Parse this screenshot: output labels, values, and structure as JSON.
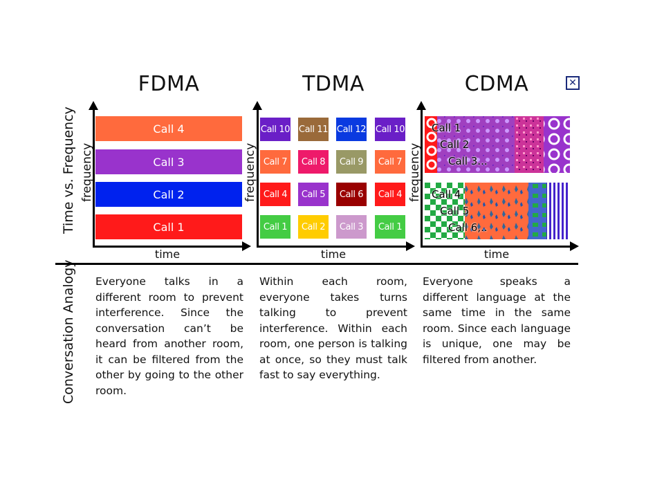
{
  "columns": {
    "fdma": {
      "title": "FDMA"
    },
    "tdma": {
      "title": "TDMA"
    },
    "cdma": {
      "title": "CDMA"
    }
  },
  "rows": {
    "top": "Time vs. Frequency",
    "bottom": "Conversation Analogy"
  },
  "axes": {
    "y_label": "frequency",
    "x_label": "time"
  },
  "fdma_calls": [
    "Call 4",
    "Call 3",
    "Call 2",
    "Call 1"
  ],
  "tdma_grid": [
    [
      "Call 10",
      "Call 11",
      "Call 12",
      "Call 10"
    ],
    [
      "Call 7",
      "Call 8",
      "Call 9",
      "Call 7"
    ],
    [
      "Call 4",
      "Call 5",
      "Call 6",
      "Call 4"
    ],
    [
      "Call 1",
      "Call 2",
      "Call 3",
      "Call 1"
    ]
  ],
  "cdma_calls": {
    "top": [
      "Call 1",
      "Call 2",
      "Call 3..."
    ],
    "bottom": [
      "Call 4",
      "Call 5",
      "Call 6,.."
    ]
  },
  "analogies": {
    "fdma": "Everyone talks in a different room to prevent interference. Since the conversation can’t be heard from another room, it can be filtered from the other by going to the other room.",
    "tdma": "Within each room, everyone takes turns talking to prevent interference. Within each room, one person is talking at once, so they must talk fast to say everything.",
    "cdma": "Everyone speaks a different language at the same time in the same room. Since each language is unique, one may be filtered from another."
  },
  "colors": {
    "orange": "#ff6a3d",
    "purple": "#9933cc",
    "blue": "#0022ee",
    "red": "#ff1a1a",
    "tdma": [
      [
        "#6a1fc7",
        "#9a6a3a",
        "#0a3ae0",
        "#6a1fc7"
      ],
      [
        "#ff6a3d",
        "#ee1a6a",
        "#999966",
        "#ff6a3d"
      ],
      [
        "#ff1a1a",
        "#9933cc",
        "#990000",
        "#ff1a1a"
      ],
      [
        "#44cc44",
        "#ffcc00",
        "#cc99cc",
        "#44cc44"
      ]
    ]
  }
}
